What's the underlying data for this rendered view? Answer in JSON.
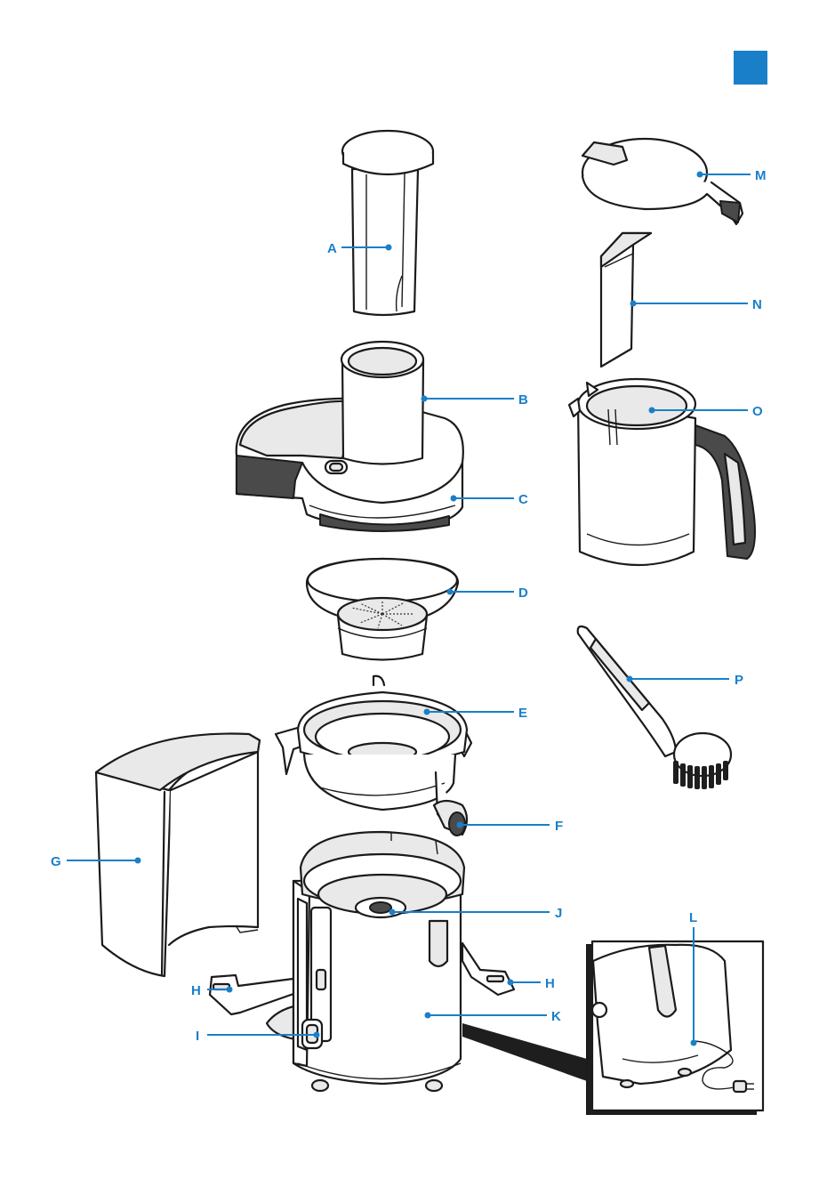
{
  "page": {
    "accent_color": "#1a7fc9",
    "corner_tab_color": "#1a7fc9"
  },
  "labels": {
    "A": "A",
    "B": "B",
    "C": "C",
    "D": "D",
    "E": "E",
    "F": "F",
    "G": "G",
    "H_left": "H",
    "H_right": "H",
    "I": "I",
    "J": "J",
    "K": "K",
    "L": "L",
    "M": "M",
    "N": "N",
    "O": "O",
    "P": "P"
  }
}
